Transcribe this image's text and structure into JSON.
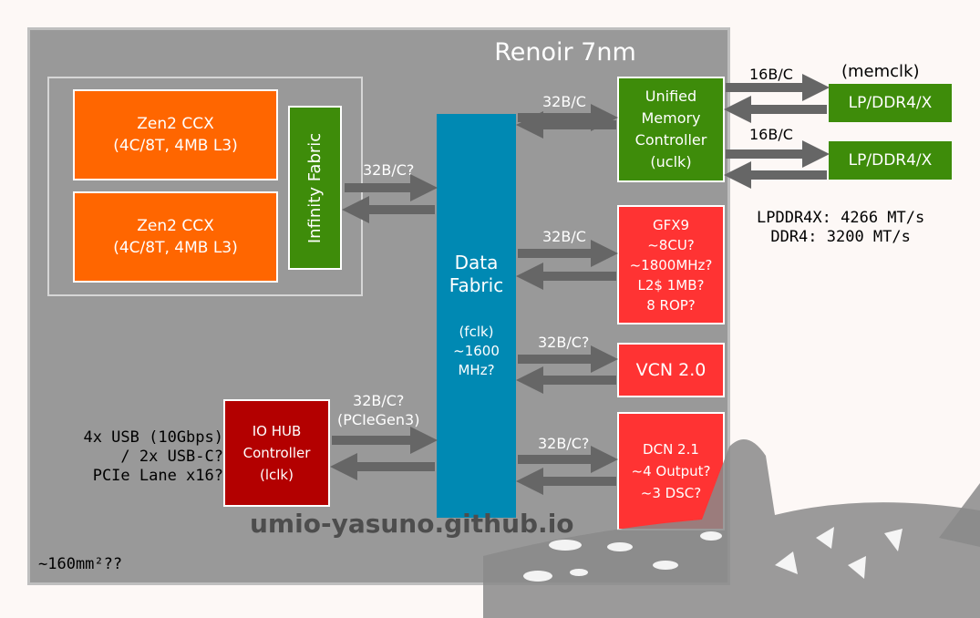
{
  "title": "Renoir 7nm",
  "ccx": [
    {
      "label": "Zen2 CCX\n(4C/8T, 4MB L3)"
    },
    {
      "label": "Zen2 CCX\n(4C/8T, 4MB L3)"
    }
  ],
  "infinity_fabric": "Infinity Fabric",
  "data_fabric": {
    "title": "Data\nFabric",
    "clock": "(fclk)\n~1600\nMHz?"
  },
  "umc": "Unified\nMemory\nController\n(uclk)",
  "gfx": "GFX9\n~8CU?\n~1800MHz?\nL2$ 1MB?\n8 ROP?",
  "vcn": "VCN 2.0",
  "dcn": "DCN 2.1\n~4 Output?\n~3 DSC?",
  "io_hub": "IO HUB\nController\n(lclk)",
  "memory": {
    "clock_label": "(memclk)",
    "channels": [
      "LP/DDR4/X",
      "LP/DDR4/X"
    ],
    "link": "16B/C"
  },
  "links": {
    "if_df": "32B/C?",
    "umc": "32B/C",
    "gfx": "32B/C",
    "vcn": "32B/C?",
    "dcn": "32B/C?",
    "io": "32B/C?\n(PCIeGen3)"
  },
  "mem_speeds": "LPDDR4X: 4266 MT/s\nDDR4: 3200 MT/s",
  "io_text": "4x USB (10Gbps)\n/ 2x USB-C?\nPCIe Lane x16?",
  "area": "~160mm²??",
  "watermark": "umio-yasuno.github.io",
  "colors": {
    "ccx": "#ff6600",
    "green": "#3e8c0a",
    "red": "#ff3333",
    "io": "#b30000",
    "fabric": "#0089b3",
    "die": "#999999"
  }
}
